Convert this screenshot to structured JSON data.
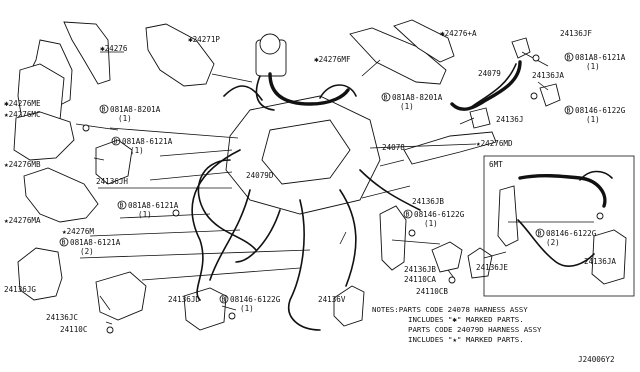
{
  "labels": {
    "p24276": "24276",
    "p24271P": "24271P",
    "p24276MF": "24276MF",
    "p24276A": "24276+A",
    "p24136JF": "24136JF",
    "p24079": "24079",
    "p24136JA_top": "24136JA",
    "p081A8_6121A_r": "081A8-6121A",
    "p081A8_6121A_r_q": "(1)",
    "p24276ME": "24276ME",
    "p24276MC": "24276MC",
    "p081A8_8201A_l": "081A8-8201A",
    "p081A8_8201A_l_q": "(1)",
    "p081A8_8201A_m": "081A8-8201A",
    "p081A8_8201A_m_q": "(1)",
    "p24136J": "24136J",
    "p08146_6122G_r": "08146-6122G",
    "p08146_6122G_r_q": "(1)",
    "p081A8_6121A_l": "081A8-6121A",
    "p081A8_6121A_l_q": "(1)",
    "p24276MB": "24276MB",
    "p24078": "24078",
    "p24276MD": "24276MD",
    "p24136JH": "24136JH",
    "p24079D": "24079D",
    "sixmt": "6MT",
    "p081A8_6121A_m": "081A8-6121A",
    "p081A8_6121A_m_q": "(1)",
    "p24136JB": "24136JB",
    "p24276MA": "24276MA",
    "p24276M": "24276M",
    "p081A8_6121A_b": "081A8-6121A",
    "p081A8_6121A_b_q": "(2)",
    "p08146_6122G_m": "08146-6122G",
    "p08146_6122G_m_q": "(1)",
    "p08146_6122G_6mt": "08146-6122G",
    "p08146_6122G_6mt_q": "(2)",
    "p24136JA_6mt": "24136JA",
    "p24136JG": "24136JG",
    "p24136JB_b": "24136JB",
    "p24110CA": "24110CA",
    "p24136JE": "24136JE",
    "p24110CB": "24110CB",
    "p24136JC": "24136JC",
    "p24136JD": "24136JD",
    "p08146_6122G_b": "08146-6122G",
    "p08146_6122G_b_q": "(1)",
    "p24136V": "24136V",
    "p24110C": "24110C",
    "diagram_id": "J24006Y2"
  },
  "notes": {
    "line1": "NOTES:PARTS CODE 24078 HARNESS ASSY",
    "line2": "INCLUDES \"✱\" MARKED PARTS.",
    "line3": "PARTS CODE 24079D HARNESS ASSY",
    "line4": "INCLUDES \"★\" MARKED PARTS."
  },
  "glyphs": {
    "hash": "✱",
    "star": "★",
    "b": "B"
  }
}
